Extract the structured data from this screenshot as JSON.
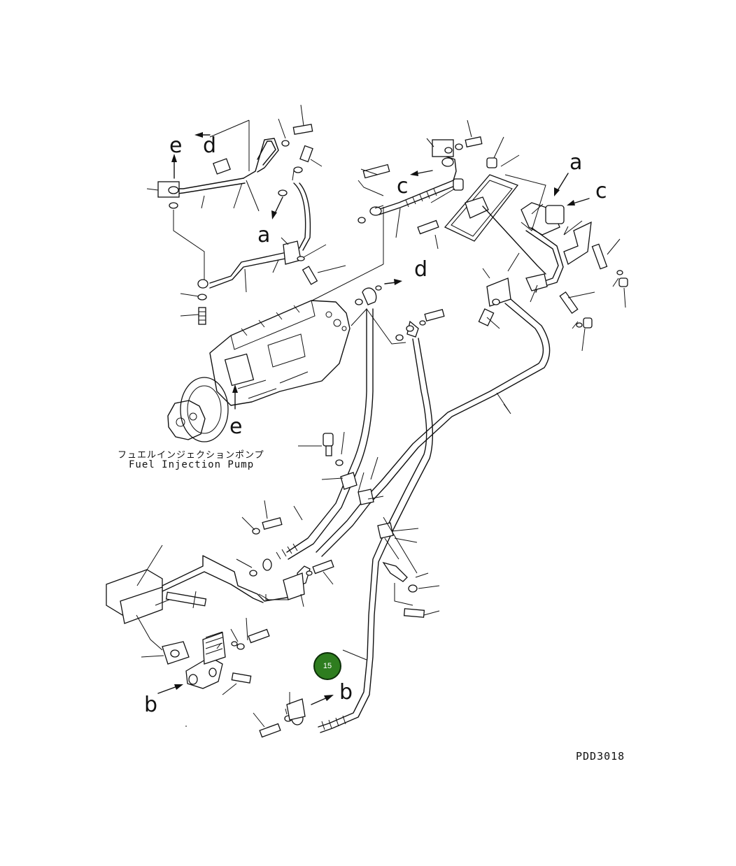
{
  "diagram": {
    "part_caption_ja": "フュエルインジェクションポンプ",
    "part_caption_en": "Fuel Injection Pump",
    "drawing_code": "PDD3018",
    "reference_letters": [
      "e",
      "d",
      "a",
      "c",
      "d",
      "c",
      "a",
      "e",
      "b",
      "b"
    ]
  },
  "callout": {
    "number": "15",
    "color": "#2e7d1f"
  }
}
